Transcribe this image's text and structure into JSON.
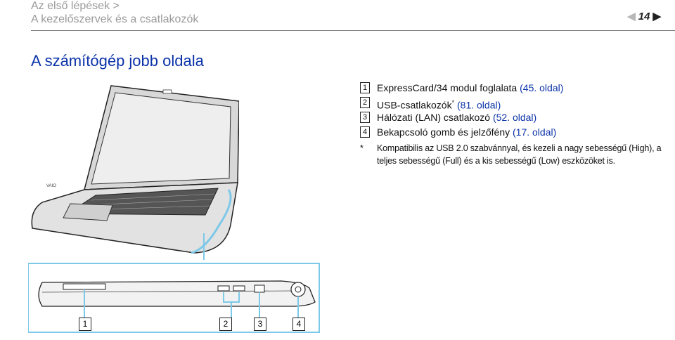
{
  "header": {
    "breadcrumb_1": "Az első lépések >",
    "breadcrumb_2": "A kezelőszervek és a csatlakozók",
    "page_number": "14"
  },
  "section_title": "A számítógép jobb oldala",
  "items": [
    {
      "num": "1",
      "text": "ExpressCard/34 modul foglalata",
      "ref": "(45. oldal)"
    },
    {
      "num": "2",
      "text": "USB-csatlakozók",
      "sup": "*",
      "ref": "(81. oldal)"
    },
    {
      "num": "3",
      "text": "Hálózati (LAN) csatlakozó",
      "ref": "(52. oldal)"
    },
    {
      "num": "4",
      "text": "Bekapcsoló gomb és jelzőfény",
      "ref": "(17. oldal)"
    }
  ],
  "footnote": {
    "star": "*",
    "text": "Kompatibilis az USB 2.0 szabvánnyal, és kezeli a nagy sebességű (High), a teljes sebességű (Full) és a kis sebességű (Low) eszközöket is."
  },
  "callout_labels": [
    "1",
    "2",
    "3",
    "4"
  ],
  "colors": {
    "accent": "#0b33a9",
    "callout": "#7ec8e8"
  }
}
